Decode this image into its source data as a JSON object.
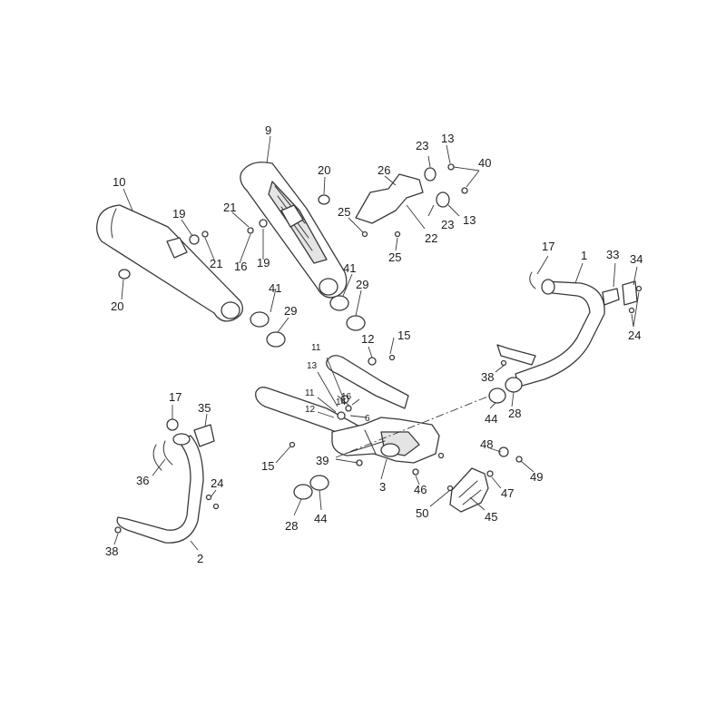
{
  "colors": {
    "line": "#3a3a3a",
    "text": "#1c1c1c",
    "shade": "#e4e4e4",
    "background": "#ffffff"
  },
  "callouts": {
    "c1": "1",
    "c2": "2",
    "c3": "3",
    "c6": "6",
    "c9": "9",
    "c10": "10",
    "c11a": "11",
    "c11b": "11",
    "c12a": "12",
    "c12b": "12",
    "c13a": "13",
    "c13b": "13",
    "c13c": "13",
    "c14": "14",
    "c15a": "15",
    "c15b": "15",
    "c16a": "16",
    "c16b": "16",
    "c17a": "17",
    "c17b": "17",
    "c19a": "19",
    "c19b": "19",
    "c20a": "20",
    "c20b": "20",
    "c21a": "21",
    "c21b": "21",
    "c22": "22",
    "c23a": "23",
    "c23b": "23",
    "c24a": "24",
    "c24b": "24",
    "c25a": "25",
    "c25b": "25",
    "c26": "26",
    "c28a": "28",
    "c28b": "28",
    "c29a": "29",
    "c29b": "29",
    "c33": "33",
    "c34": "34",
    "c35": "35",
    "c36": "36",
    "c38a": "38",
    "c38b": "38",
    "c39": "39",
    "c40": "40",
    "c41a": "41",
    "c41b": "41",
    "c44a": "44",
    "c44b": "44",
    "c45": "45",
    "c46": "46",
    "c47": "47",
    "c48": "48",
    "c49": "49",
    "c50": "50"
  }
}
